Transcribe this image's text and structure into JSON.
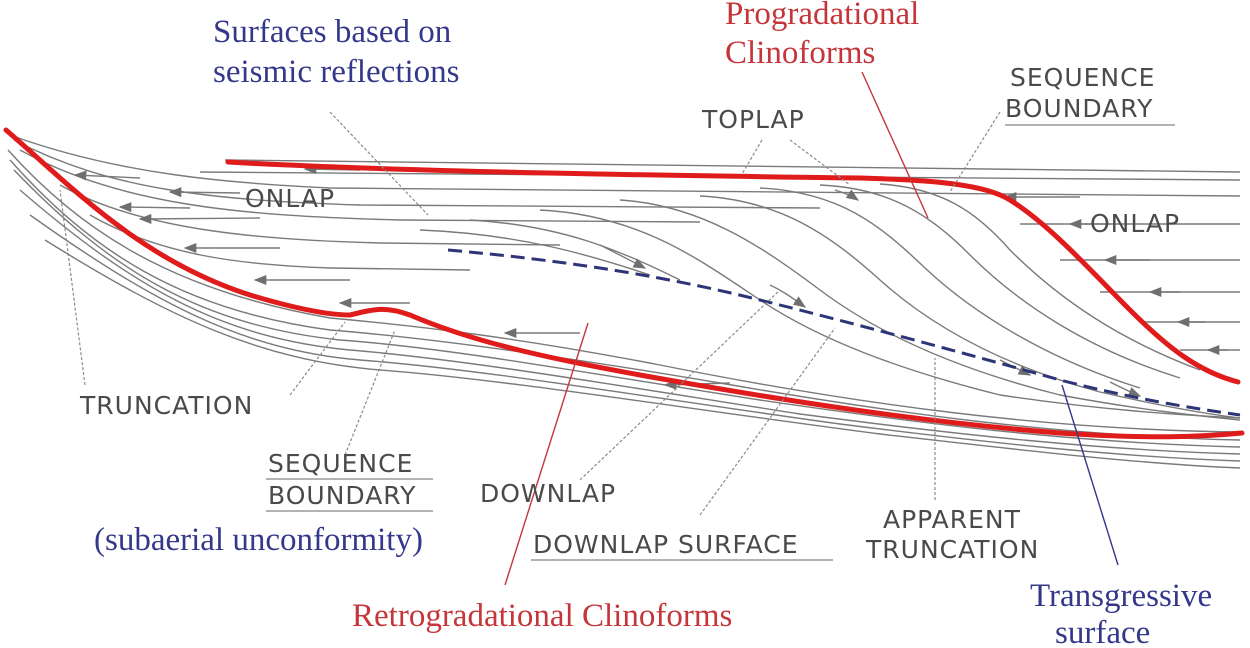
{
  "colors": {
    "sequence_boundary_surface": "#e01b1b",
    "transgressive_surface": "#2e3478",
    "red_annotation": "#c4363a",
    "blue_annotation": "#34388a",
    "strata_lines": "#7a7a7a"
  },
  "annotations": {
    "seismic_surfaces": [
      "Surfaces based on",
      "seismic reflections"
    ],
    "progradational": [
      "Progradational",
      "Clinoforms"
    ],
    "retrogradational": "Retrogradational Clinoforms",
    "subaerial": "(subaerial unconformity)",
    "transgressive": [
      "Transgressive",
      "surface"
    ]
  },
  "labels": {
    "toplap": "TOPLAP",
    "onlap_left": "ONLAP",
    "onlap_right": "ONLAP",
    "sequence_boundary_right": [
      "SEQUENCE",
      "BOUNDARY"
    ],
    "sequence_boundary_left": [
      "SEQUENCE",
      "BOUNDARY"
    ],
    "truncation": "TRUNCATION",
    "downlap": "DOWNLAP",
    "downlap_surface": "DOWNLAP SURFACE",
    "apparent_truncation": [
      "APPARENT",
      "TRUNCATION"
    ]
  }
}
